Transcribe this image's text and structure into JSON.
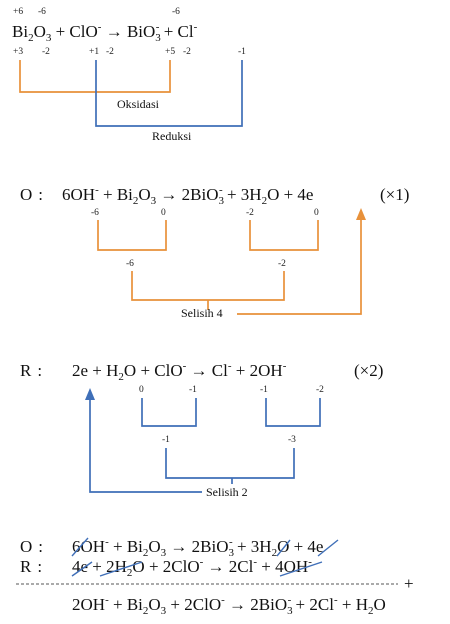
{
  "section1": {
    "ox_above": [
      "+6",
      "-6",
      "-6"
    ],
    "ox_below": [
      "+3",
      "-2",
      "+1",
      "-2",
      "+5",
      "-2",
      "-1"
    ],
    "oksidasi_label": "Oksidasi",
    "reduksi_label": "Reduksi"
  },
  "section2": {
    "prefix": "O",
    "numbers_row1": [
      "-6",
      "0",
      "-2",
      "0"
    ],
    "numbers_row2": [
      "-6",
      "-2"
    ],
    "multiplier": "(×1)",
    "selisih_label": "Selisih 4"
  },
  "section3": {
    "prefix": "R",
    "numbers_row1": [
      "0",
      "-1",
      "-1",
      "-2"
    ],
    "numbers_row2": [
      "-1",
      "-3"
    ],
    "multiplier": "(×2)",
    "selisih_label": "Selisih 2"
  },
  "section4": {
    "prefix_o": "O",
    "prefix_r": "R",
    "plus_sign": "+"
  },
  "colors": {
    "oxidation": "#e8913a",
    "reduction": "#3f6fb8"
  }
}
